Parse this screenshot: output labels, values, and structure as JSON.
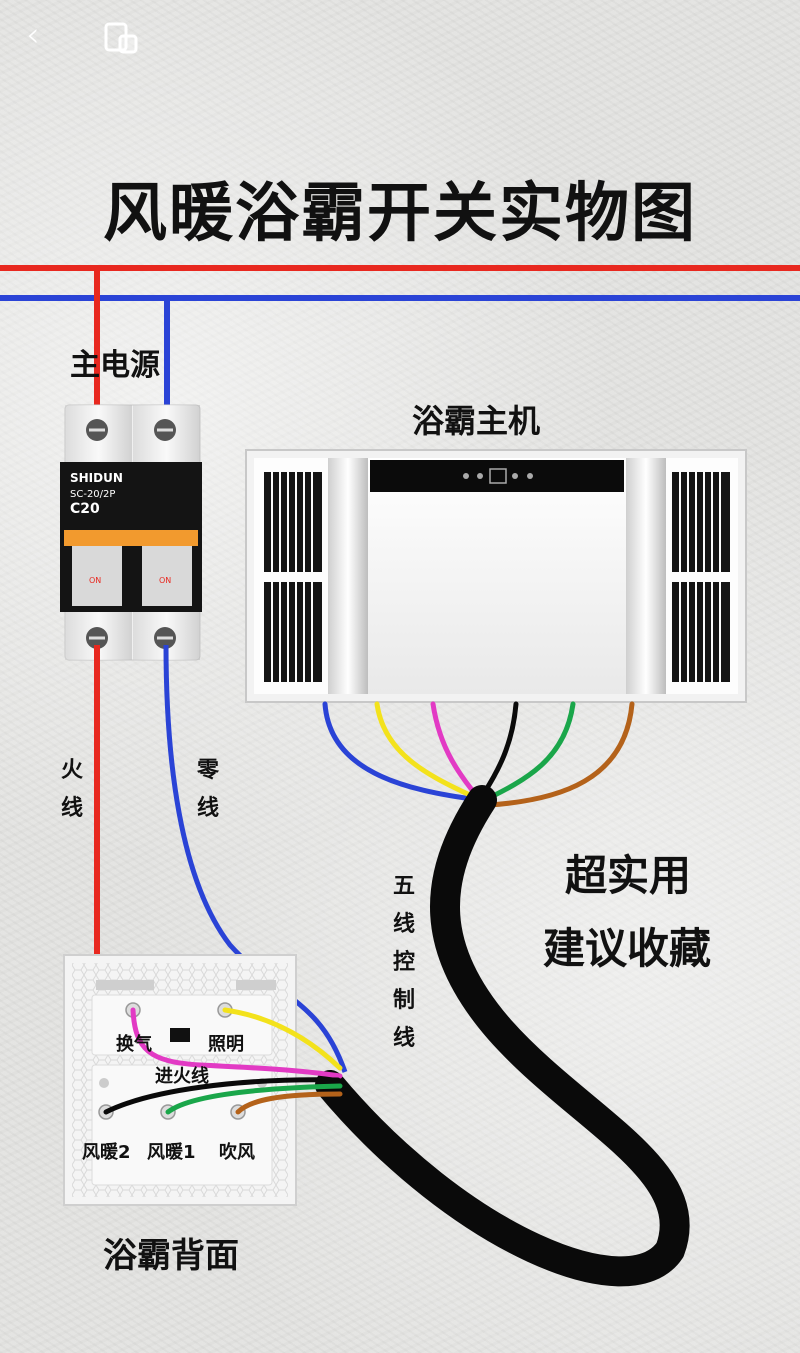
{
  "title": "风暖浴霸开关实物图",
  "labels": {
    "main_power": "主电源",
    "heater_unit": "浴霸主机",
    "live_wire": "火线",
    "neutral_wire": "零线",
    "five_wire": "五线控制线",
    "tip_line1": "超实用",
    "tip_line2": "建议收藏",
    "switch_back": "浴霸背面"
  },
  "breaker": {
    "brand": "SHIDUN",
    "model": "SC-20/2P",
    "rating": "C20",
    "on_label": "ON"
  },
  "switch_terminals": {
    "ventilation": "换气",
    "lighting": "照明",
    "live_in": "进火线",
    "heat2": "风暖2",
    "heat1": "风暖1",
    "blow": "吹风"
  },
  "colors": {
    "live": "#e8281f",
    "neutral": "#2a43d6",
    "yellow": "#f3e21c",
    "magenta": "#e23ac4",
    "black": "#0a0a0a",
    "green": "#1aa64a",
    "brown": "#b4621a"
  },
  "icons": [
    "back-icon",
    "window-icon"
  ]
}
